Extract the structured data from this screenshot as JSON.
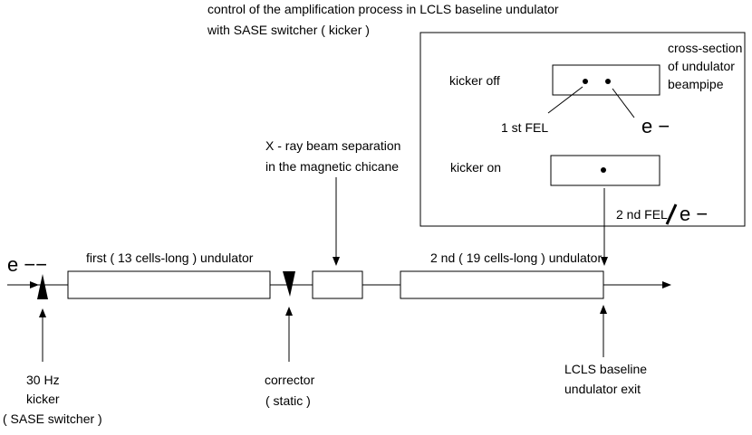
{
  "title_lines": [
    "control of the amplification process in LCLS baseline undulator",
    "with SASE switcher ( kicker )"
  ],
  "inset": {
    "cross_section_lines": [
      "cross-section",
      "of undulator",
      "beampipe"
    ],
    "kicker_off": "kicker off",
    "kicker_on": "kicker on",
    "first_fel": "1 st FEL",
    "electron": "e −",
    "second_fel": "2 nd FEL",
    "electron_2": "e −"
  },
  "beamline": {
    "electron_in": "e −−",
    "first_undulator": "first ( 13 cells-long ) undulator",
    "second_undulator": "2 nd ( 19 cells-long ) undulator",
    "chicane_lines": [
      "X - ray beam separation",
      "in the magnetic chicane"
    ],
    "kicker_lines": [
      "30 Hz",
      "kicker",
      "( SASE switcher )"
    ],
    "corrector_lines": [
      "corrector",
      "( static )"
    ],
    "exit_lines": [
      "LCLS baseline",
      "undulator exit"
    ]
  }
}
